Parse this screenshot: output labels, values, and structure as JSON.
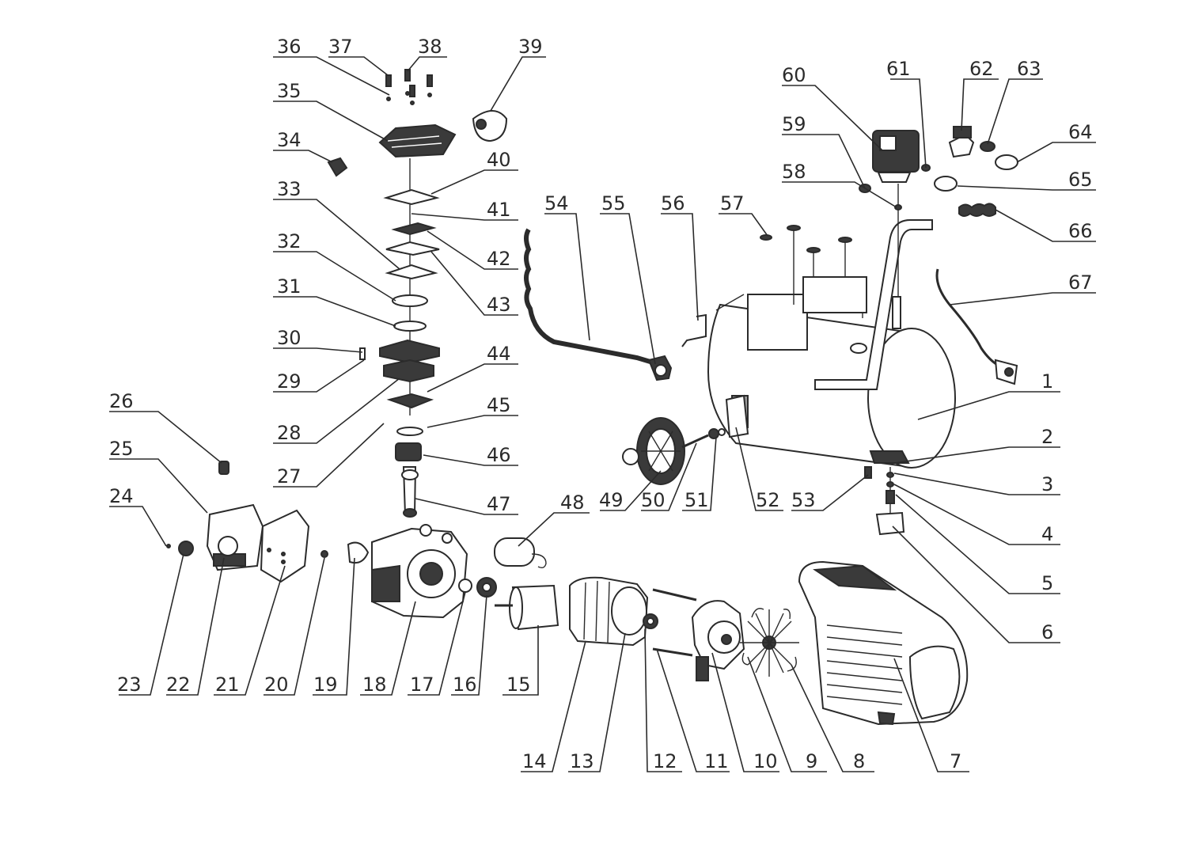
{
  "callouts": [
    {
      "n": "1"
    },
    {
      "n": "2"
    },
    {
      "n": "3"
    },
    {
      "n": "4"
    },
    {
      "n": "5"
    },
    {
      "n": "6"
    },
    {
      "n": "7"
    },
    {
      "n": "8"
    },
    {
      "n": "9"
    },
    {
      "n": "10"
    },
    {
      "n": "11"
    },
    {
      "n": "12"
    },
    {
      "n": "13"
    },
    {
      "n": "14"
    },
    {
      "n": "15"
    },
    {
      "n": "16"
    },
    {
      "n": "17"
    },
    {
      "n": "18"
    },
    {
      "n": "19"
    },
    {
      "n": "20"
    },
    {
      "n": "21"
    },
    {
      "n": "22"
    },
    {
      "n": "23"
    },
    {
      "n": "24"
    },
    {
      "n": "25"
    },
    {
      "n": "26"
    },
    {
      "n": "27"
    },
    {
      "n": "28"
    },
    {
      "n": "29"
    },
    {
      "n": "30"
    },
    {
      "n": "31"
    },
    {
      "n": "32"
    },
    {
      "n": "33"
    },
    {
      "n": "34"
    },
    {
      "n": "35"
    },
    {
      "n": "36"
    },
    {
      "n": "37"
    },
    {
      "n": "38"
    },
    {
      "n": "39"
    },
    {
      "n": "40"
    },
    {
      "n": "41"
    },
    {
      "n": "42"
    },
    {
      "n": "43"
    },
    {
      "n": "44"
    },
    {
      "n": "45"
    },
    {
      "n": "46"
    },
    {
      "n": "47"
    },
    {
      "n": "48"
    },
    {
      "n": "49"
    },
    {
      "n": "50"
    },
    {
      "n": "51"
    },
    {
      "n": "52"
    },
    {
      "n": "53"
    },
    {
      "n": "54"
    },
    {
      "n": "55"
    },
    {
      "n": "56"
    },
    {
      "n": "57"
    },
    {
      "n": "58"
    },
    {
      "n": "59"
    },
    {
      "n": "60"
    },
    {
      "n": "61"
    },
    {
      "n": "62"
    },
    {
      "n": "63"
    },
    {
      "n": "64"
    },
    {
      "n": "65"
    },
    {
      "n": "66"
    },
    {
      "n": "67"
    }
  ],
  "colors": {
    "line": "#2b2b2b",
    "background": "#ffffff"
  }
}
